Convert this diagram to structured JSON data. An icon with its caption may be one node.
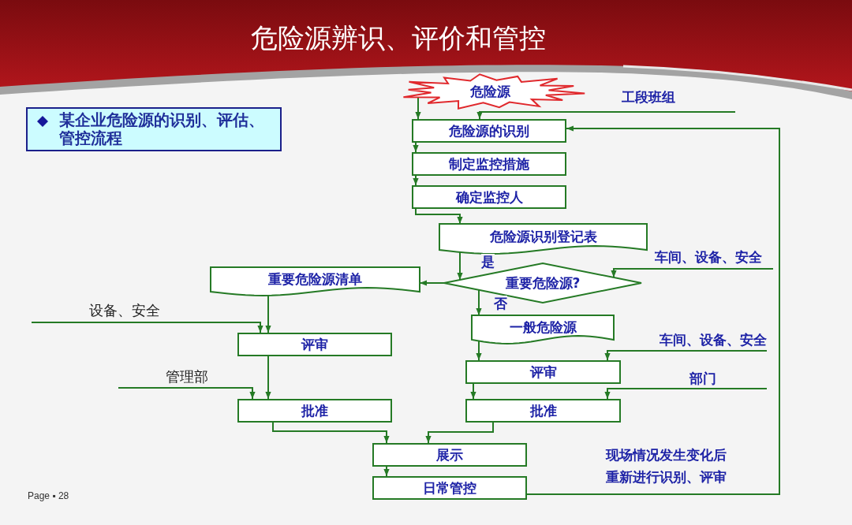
{
  "diagram": {
    "title": "危险源辨识、评价和管控",
    "nodes": [
      {
        "text": [
          "某企业危险源的识别、评估、管控流程"
        ]
      },
      {
        "text": [
          "危险源"
        ]
      },
      {
        "text": [
          "危险源的识别"
        ]
      },
      {
        "text": [
          "制定监控措施"
        ]
      },
      {
        "text": [
          "确定监控人"
        ]
      },
      {
        "text": [
          "危险源识别登记表"
        ]
      },
      {
        "text": [
          "重要危险源?"
        ]
      },
      {
        "text": [
          "重要危险源清单"
        ]
      },
      {
        "text": [
          "一般危险源"
        ]
      },
      {
        "text": [
          "评审"
        ]
      },
      {
        "text": [
          "评审"
        ]
      },
      {
        "text": [
          "批准"
        ]
      },
      {
        "text": [
          "批准"
        ]
      },
      {
        "text": [
          "展示"
        ]
      },
      {
        "text": [
          "日常管控"
        ]
      }
    ],
    "edges": [
      {
        "from": 1,
        "to": 2,
        "arrow": "to"
      },
      {
        "from": null,
        "to": 2,
        "arrow": "to",
        "label": "工段班组"
      },
      {
        "from": 2,
        "to": 3,
        "arrow": "to"
      },
      {
        "from": 3,
        "to": 4,
        "arrow": "to"
      },
      {
        "from": 4,
        "to": 5,
        "arrow": "to"
      },
      {
        "from": 5,
        "to": 6,
        "arrow": "to"
      },
      {
        "from": null,
        "to": 6,
        "arrow": "to",
        "label": "车间、设备、安全"
      },
      {
        "from": 6,
        "to": 7,
        "arrow": "to",
        "label": "是"
      },
      {
        "from": 6,
        "to": 8,
        "arrow": "to",
        "label": "否"
      },
      {
        "from": 7,
        "to": 9,
        "arrow": "to"
      },
      {
        "from": null,
        "to": 9,
        "arrow": "to",
        "label": "设备、安全"
      },
      {
        "from": 9,
        "to": 11,
        "arrow": "to"
      },
      {
        "from": null,
        "to": 11,
        "arrow": "to",
        "label": "管理部"
      },
      {
        "from": 11,
        "to": 13,
        "arrow": "to"
      },
      {
        "from": 8,
        "to": 10,
        "arrow": "to"
      },
      {
        "from": null,
        "to": 10,
        "arrow": "to",
        "label": "车间、设备、安全"
      },
      {
        "from": 10,
        "to": 12,
        "arrow": "to"
      },
      {
        "from": null,
        "to": 12,
        "arrow": "to",
        "label": "部门"
      },
      {
        "from": 12,
        "to": 13,
        "arrow": "to"
      },
      {
        "from": 13,
        "to": 14,
        "arrow": "to"
      },
      {
        "from": 14,
        "to": 2,
        "arrow": "to",
        "label": "现场情况发生变化后重新进行识别、评审"
      }
    ],
    "labels": [
      "Page ▪ 28"
    ]
  }
}
